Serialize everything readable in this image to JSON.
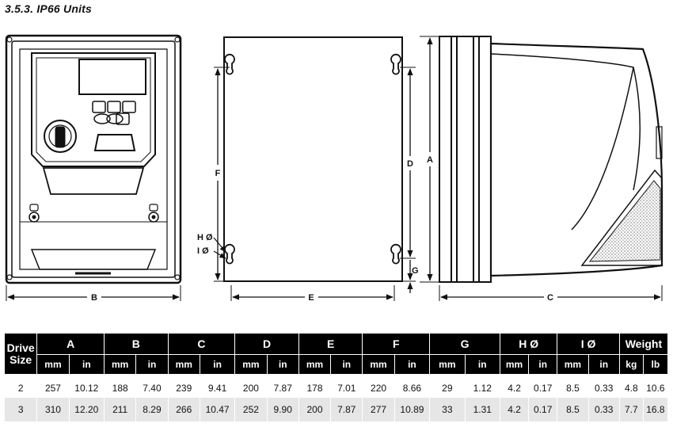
{
  "title": "3.5.3. IP66 Units",
  "dimension_labels": {
    "A": "A",
    "B": "B",
    "C": "C",
    "D": "D",
    "E": "E",
    "F": "F",
    "G": "G",
    "H": "H Ø",
    "I": "I Ø"
  },
  "table": {
    "drive_size_header": [
      "Drive",
      "Size"
    ],
    "groups": [
      {
        "name": "A",
        "units": [
          "mm",
          "in"
        ]
      },
      {
        "name": "B",
        "units": [
          "mm",
          "in"
        ]
      },
      {
        "name": "C",
        "units": [
          "mm",
          "in"
        ]
      },
      {
        "name": "D",
        "units": [
          "mm",
          "in"
        ]
      },
      {
        "name": "E",
        "units": [
          "mm",
          "in"
        ]
      },
      {
        "name": "F",
        "units": [
          "mm",
          "in"
        ]
      },
      {
        "name": "G",
        "units": [
          "mm",
          "in"
        ]
      },
      {
        "name": "H Ø",
        "units": [
          "mm",
          "in"
        ]
      },
      {
        "name": "I Ø",
        "units": [
          "mm",
          "in"
        ]
      },
      {
        "name": "Weight",
        "units": [
          "kg",
          "lb"
        ]
      }
    ],
    "rows": [
      [
        "2",
        "257",
        "10.12",
        "188",
        "7.40",
        "239",
        "9.41",
        "200",
        "7.87",
        "178",
        "7.01",
        "220",
        "8.66",
        "29",
        "1.12",
        "4.2",
        "0.17",
        "8.5",
        "0.33",
        "4.8",
        "10.6"
      ],
      [
        "3",
        "310",
        "12.20",
        "211",
        "8.29",
        "266",
        "10.47",
        "252",
        "9.90",
        "200",
        "7.87",
        "277",
        "10.89",
        "33",
        "1.31",
        "4.2",
        "0.17",
        "8.5",
        "0.33",
        "7.7",
        "16.8"
      ]
    ]
  }
}
